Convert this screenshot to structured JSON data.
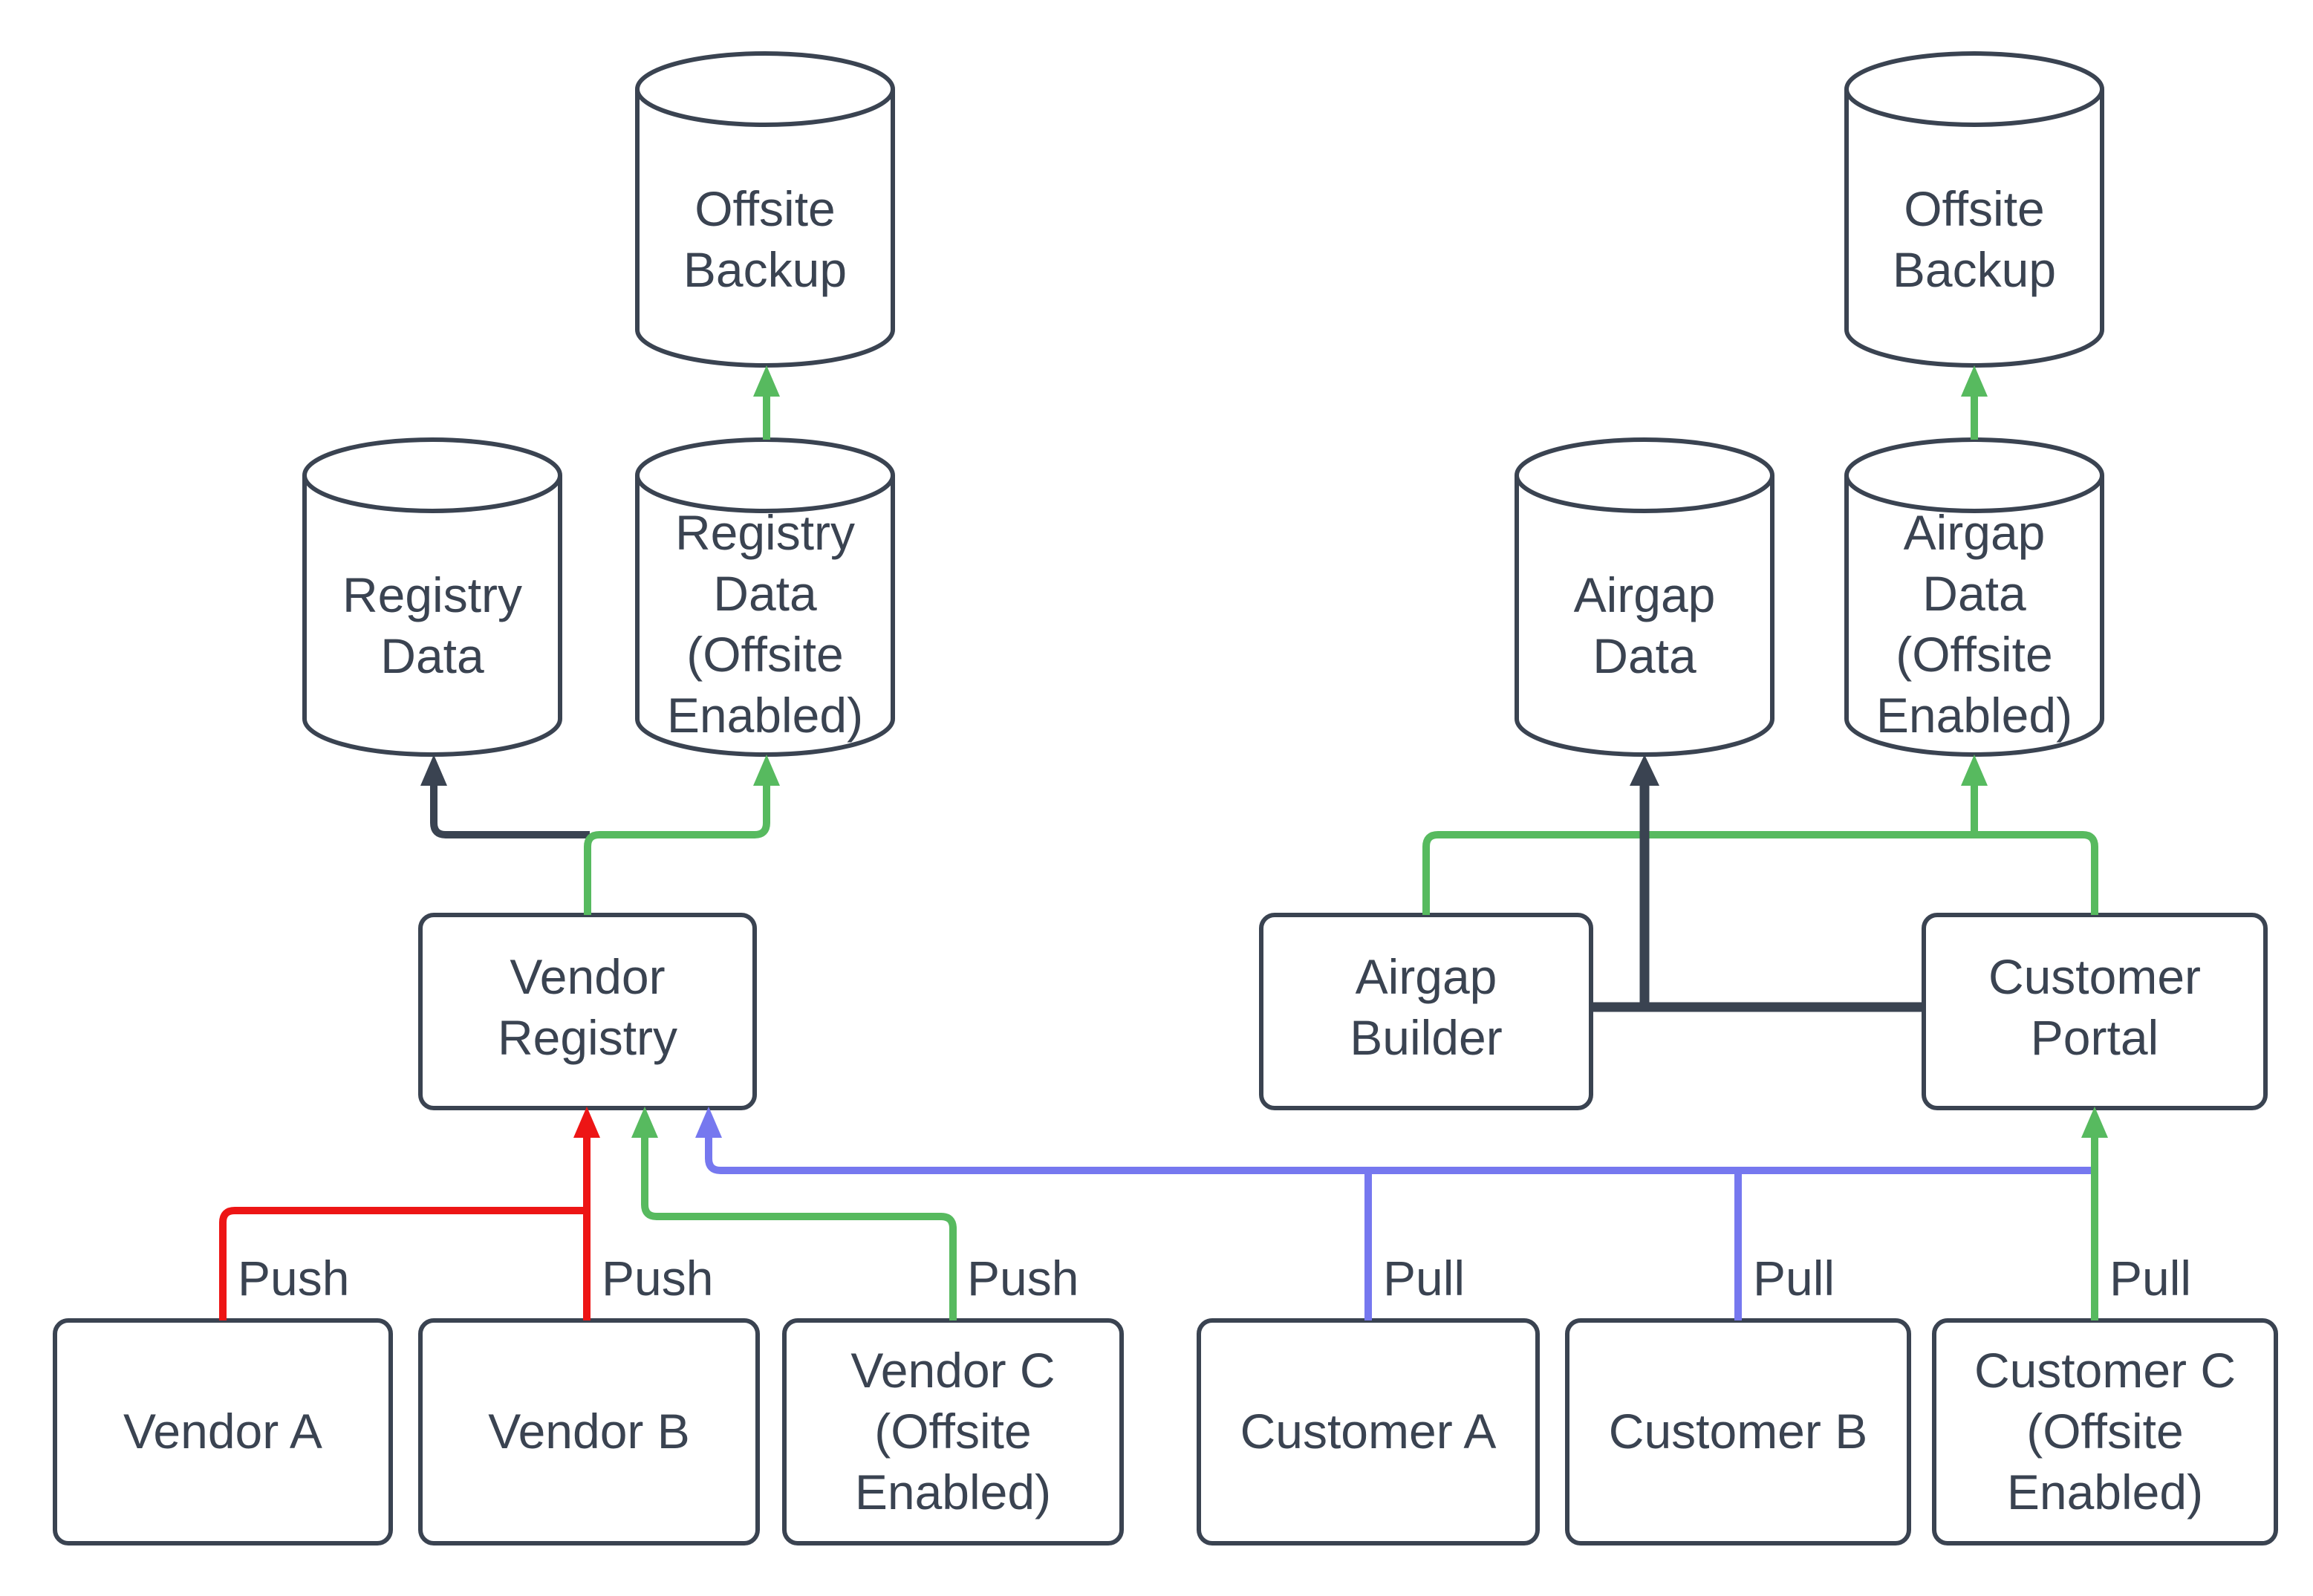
{
  "colors": {
    "ink": "#3a4351",
    "green": "#57ba5f",
    "blue": "#7678ef",
    "red": "#ed1515",
    "bg": "#ffffff"
  },
  "nodes": {
    "offsite_backup_left": {
      "type": "cylinder",
      "label": "Offsite\nBackup"
    },
    "registry_data": {
      "type": "cylinder",
      "label": "Registry\nData"
    },
    "registry_data_offsite": {
      "type": "cylinder",
      "label": "Registry\nData\n(Offsite\nEnabled)"
    },
    "offsite_backup_right": {
      "type": "cylinder",
      "label": "Offsite\nBackup"
    },
    "airgap_data": {
      "type": "cylinder",
      "label": "Airgap\nData"
    },
    "airgap_data_offsite": {
      "type": "cylinder",
      "label": "Airgap\nData\n(Offsite\nEnabled)"
    },
    "vendor_registry": {
      "type": "box",
      "label": "Vendor\nRegistry"
    },
    "airgap_builder": {
      "type": "box",
      "label": "Airgap\nBuilder"
    },
    "customer_portal": {
      "type": "box",
      "label": "Customer\nPortal"
    },
    "vendor_a": {
      "type": "box",
      "label": "Vendor A"
    },
    "vendor_b": {
      "type": "box",
      "label": "Vendor B"
    },
    "vendor_c": {
      "type": "box",
      "label": "Vendor C\n(Offsite\nEnabled)"
    },
    "customer_a": {
      "type": "box",
      "label": "Customer A"
    },
    "customer_b": {
      "type": "box",
      "label": "Customer B"
    },
    "customer_c": {
      "type": "box",
      "label": "Customer C\n(Offsite\nEnabled)"
    }
  },
  "edge_labels": {
    "push_vendor_a": "Push",
    "push_vendor_b": "Push",
    "push_vendor_c": "Push",
    "pull_customer_a": "Pull",
    "pull_customer_b": "Pull",
    "pull_customer_c": "Pull"
  }
}
